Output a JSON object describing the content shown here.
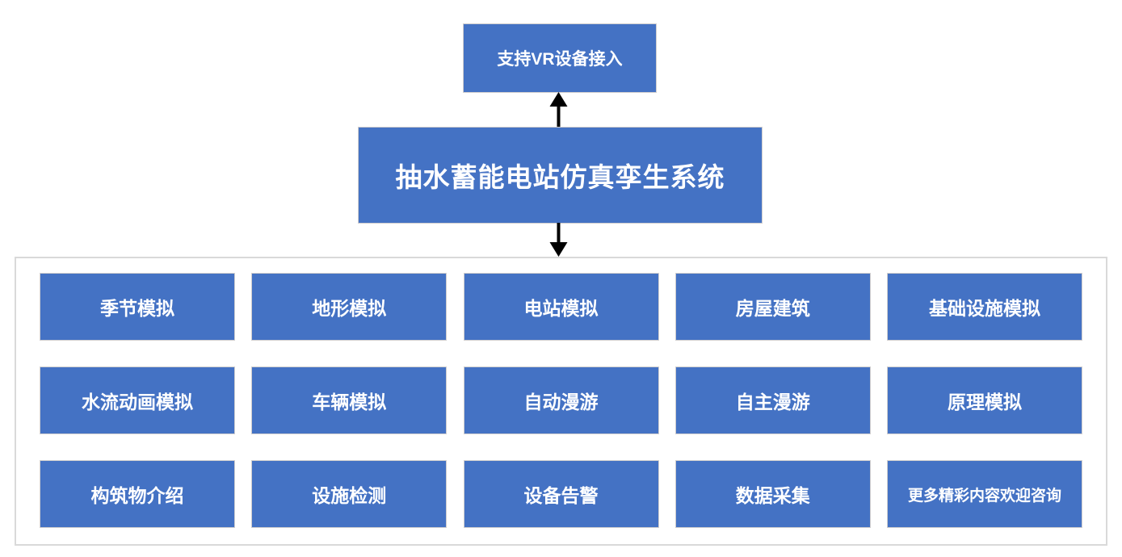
{
  "top_box": {
    "label": "支持VR设备接入"
  },
  "main_box": {
    "label": "抽水蓄能电站仿真孪生系统"
  },
  "modules": [
    "季节模拟",
    "地形模拟",
    "电站模拟",
    "房屋建筑",
    "基础设施模拟",
    "水流动画模拟",
    "车辆模拟",
    "自动漫游",
    "自主漫游",
    "原理模拟",
    "构筑物介绍",
    "设施检测",
    "设备告警",
    "数据采集",
    "更多精彩内容欢迎咨询"
  ],
  "colors": {
    "box_fill": "#4472C4",
    "box_border": "#D0CECE",
    "container_border": "#D9D9D9",
    "arrow": "#000000",
    "text": "#FFFFFF"
  }
}
